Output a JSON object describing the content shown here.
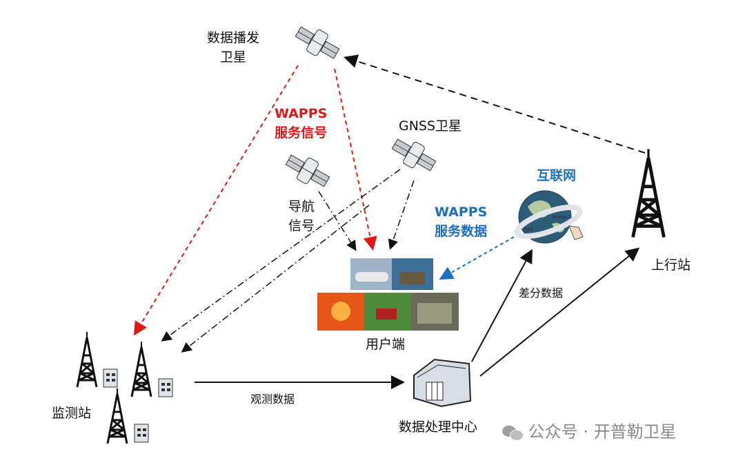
{
  "labels": {
    "broadcast_satellite": [
      "数据播发",
      "卫星"
    ],
    "wapps_signal": [
      "WAPPS",
      "服务信号"
    ],
    "gnss_satellite": "GNSS卫星",
    "nav_signal": [
      "导航",
      "信号"
    ],
    "internet": "互联网",
    "wapps_data": [
      "WAPPS",
      "服务数据"
    ],
    "uplink_station": "上行站",
    "user_terminal": "用户端",
    "monitor_station": "监测站",
    "observation_data": "观测数据",
    "differential_data": "差分数据",
    "data_center": "数据处理中心"
  },
  "globe_text": [
    "htt",
    "www"
  ],
  "watermark": {
    "prefix": "公众号",
    "dot": "·",
    "name": "开普勒卫星"
  },
  "colors": {
    "red": "#e01818",
    "blue": "#1a6fc0",
    "black": "#111111"
  }
}
